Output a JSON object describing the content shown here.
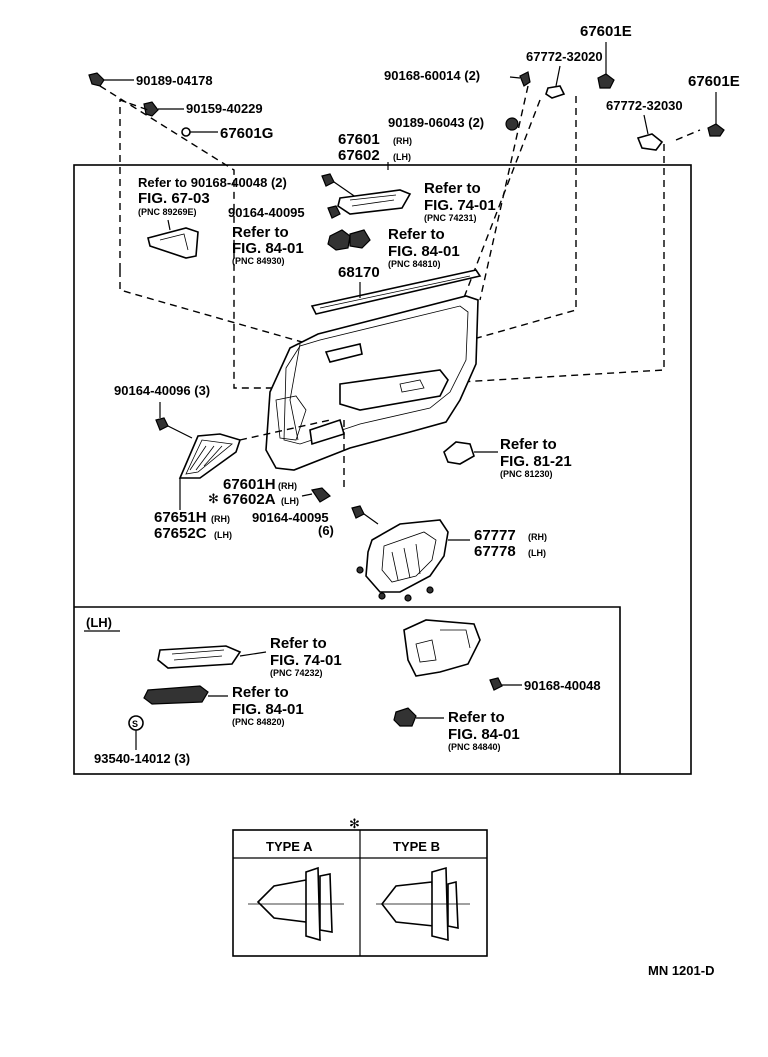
{
  "callouts": {
    "c67601E_top": "67601E",
    "c67772_32020": "67772-32020",
    "c90168_60014": "90168-60014 (2)",
    "c67601E_right": "67601E",
    "c67772_32030": "67772-32030",
    "c90189_04178": "90189-04178",
    "c90159_40229": "90159-40229",
    "c67601G": "67601G",
    "c90189_06043": "90189-06043 (2)",
    "c67601": "67601",
    "c67602": "67602",
    "c68170": "68170",
    "c90164_40095_a": "90164-40095",
    "c90164_40096": "90164-40096 (3)",
    "c67601H": "67601H",
    "c67602A": "67602A",
    "c67651H": "67651H",
    "c67652C": "67652C",
    "c90164_40095_b": "90164-40095",
    "c90164_40095_b_qty": "(6)",
    "c67777": "67777",
    "c67778": "67778",
    "c90168_40048": "90168-40048",
    "c93540_14012": "93540-14012 (3)"
  },
  "suffix": {
    "rh": "(RH)",
    "lh": "(LH)"
  },
  "refs": {
    "r1_a": "Refer to 90168-40048 (2)",
    "r2_a": "FIG. 67-03",
    "r2_b": "(PNC 89269E)",
    "r3_a": "Refer to",
    "r3_b": "FIG. 74-01",
    "r3_c": "(PNC 74231)",
    "r4_a": "Refer to",
    "r4_b": "FIG. 84-01",
    "r4_c": "(PNC 84930)",
    "r5_a": "Refer to",
    "r5_b": "FIG. 84-01",
    "r5_c": "(PNC 84810)",
    "r6_a": "Refer to",
    "r6_b": "FIG. 81-21",
    "r6_c": "(PNC 81230)",
    "r7_a": "Refer to",
    "r7_b": "FIG. 74-01",
    "r7_c": "(PNC 74232)",
    "r8_a": "Refer to",
    "r8_b": "FIG. 84-01",
    "r8_c": "(PNC 84820)",
    "r9_a": "Refer to",
    "r9_b": "FIG. 84-01",
    "r9_c": "(PNC 84840)"
  },
  "lh_box_label": "(LH)",
  "asterisk": "✻",
  "s_symbol": "S",
  "type_table": {
    "type_a": "TYPE A",
    "type_b": "TYPE B"
  },
  "diagram_code": "MN  1201-D"
}
